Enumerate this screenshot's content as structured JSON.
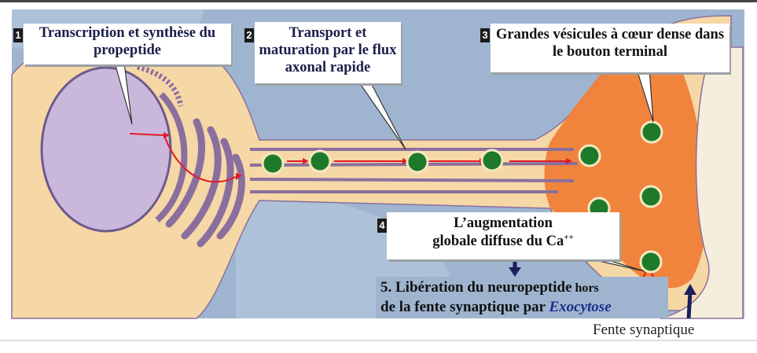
{
  "steps": {
    "s1": {
      "number": "1",
      "text": "Transcription et synthèse du propeptide"
    },
    "s2": {
      "number": "2",
      "text": "Transport et maturation par le flux axonal rapide"
    },
    "s3": {
      "number": "3",
      "text": "Grandes vésicules à cœur dense dans le bouton terminal"
    },
    "s4": {
      "number": "4",
      "text_line1": "L’augmentation",
      "text_line2": "globale diffuse du Ca",
      "superscript": "++"
    },
    "s5": {
      "line1": "5. Libération du neuropeptide",
      "line1_small": " hors",
      "line2": "de la fente synaptique par ",
      "emph": "Exocytose"
    }
  },
  "fente_label": "Fente synaptique",
  "colors": {
    "background": "#9fb5cf",
    "cytoplasm": "#f6d7a6",
    "nucleus": "#c9b8dc",
    "er_golgi": "#8a6f9e",
    "terminal": "#f07f36",
    "vesicle_core": "#1e7a2a",
    "arrows": "#e01c24",
    "ca_arrow": "#1a1f5e"
  }
}
